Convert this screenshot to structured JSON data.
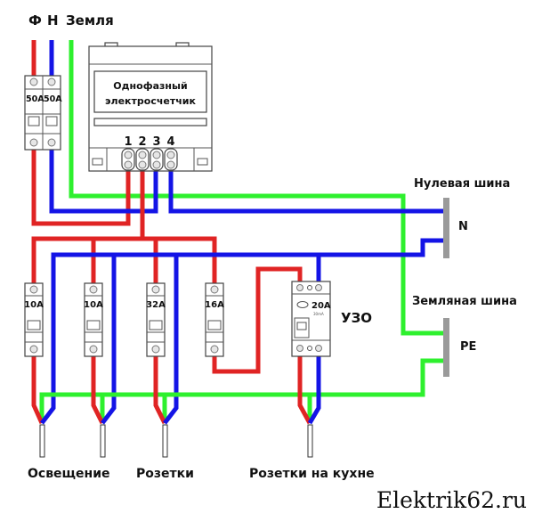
{
  "title_labels": {
    "phase": "Ф",
    "neutral": "Н",
    "earth": "Земля"
  },
  "meter": {
    "line1": "Однофазный",
    "line2": "электросчетчик",
    "terminals": [
      "1",
      "2",
      "3",
      "4"
    ]
  },
  "main_breaker": {
    "ratings": [
      "50A",
      "50A"
    ]
  },
  "buses": {
    "neutral": {
      "title": "Нулевая шина",
      "tag": "N"
    },
    "earth": {
      "title": "Земляная шина",
      "tag": "PE"
    }
  },
  "breakers": [
    {
      "rating": "10A"
    },
    {
      "rating": "10A"
    },
    {
      "rating": "32A"
    },
    {
      "rating": "16A"
    }
  ],
  "rcd": {
    "rating": "20A",
    "sub": "30mA",
    "label": "УЗО"
  },
  "circuits": [
    {
      "label": "Освещение"
    },
    {
      "label": "Розетки"
    },
    {
      "label": "Розетки на кухне"
    }
  ],
  "watermark": "Elektrik62.ru",
  "colors": {
    "phase": "#e02424",
    "neutral": "#1414e6",
    "earth": "#2ef02e",
    "bus": "#9a9a9a"
  }
}
